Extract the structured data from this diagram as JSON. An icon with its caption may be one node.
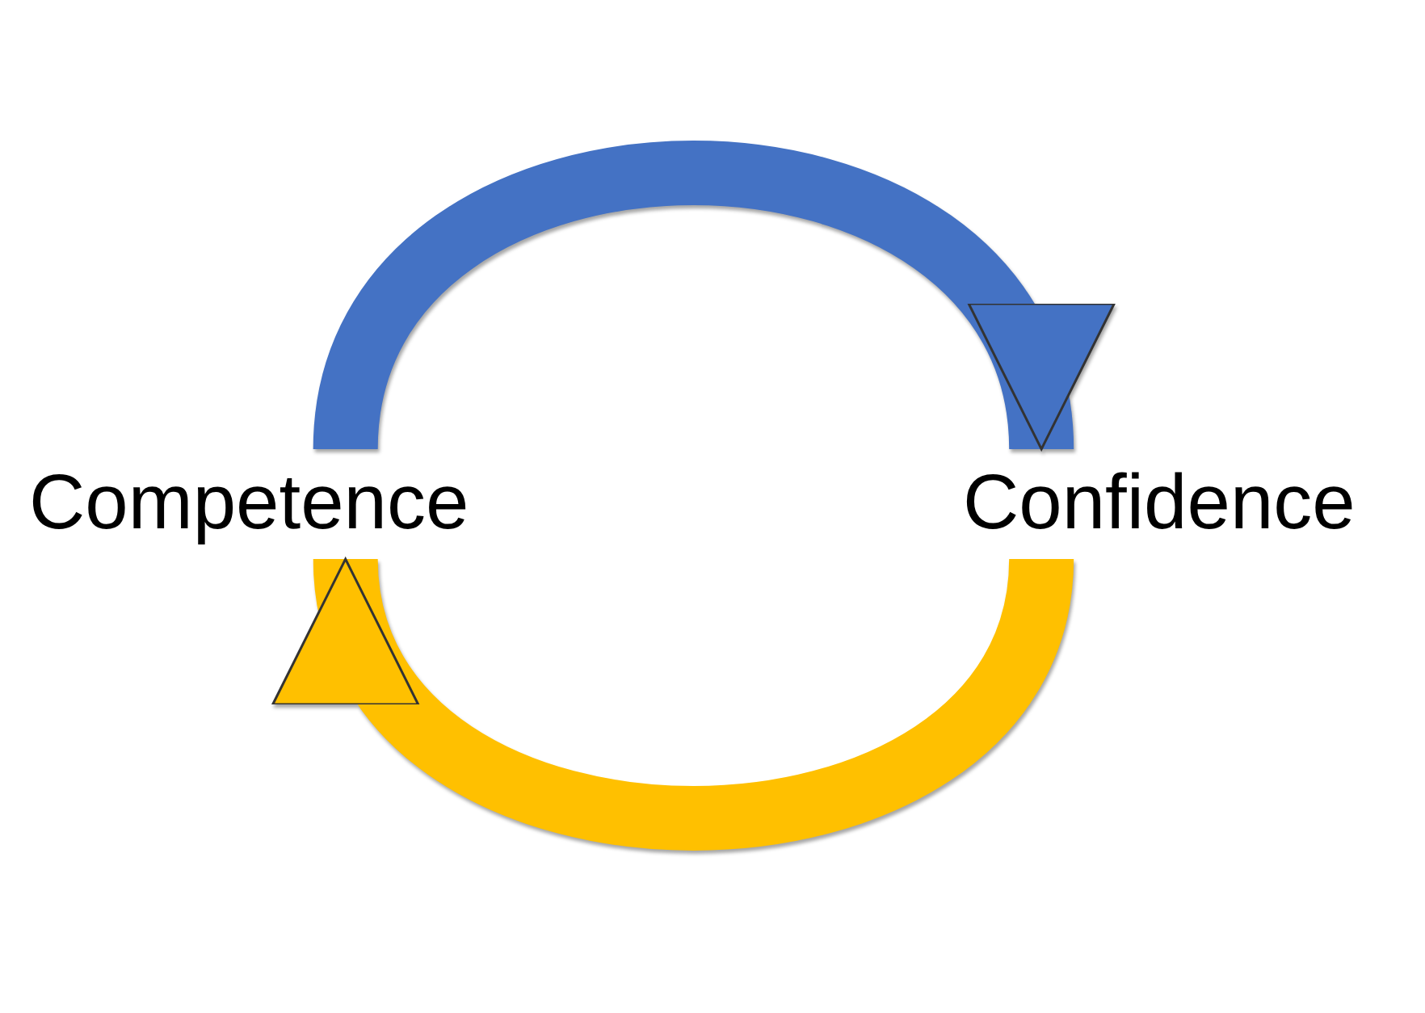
{
  "diagram": {
    "nodes": [
      {
        "text": [
          "Competence"
        ]
      },
      {
        "text": [
          "Confidence"
        ]
      }
    ],
    "edges": [
      {
        "from": 0,
        "to": 1,
        "arrow": "to",
        "color": "#4472c4"
      },
      {
        "from": 1,
        "to": 0,
        "arrow": "to",
        "color": "#ffc000"
      }
    ]
  }
}
